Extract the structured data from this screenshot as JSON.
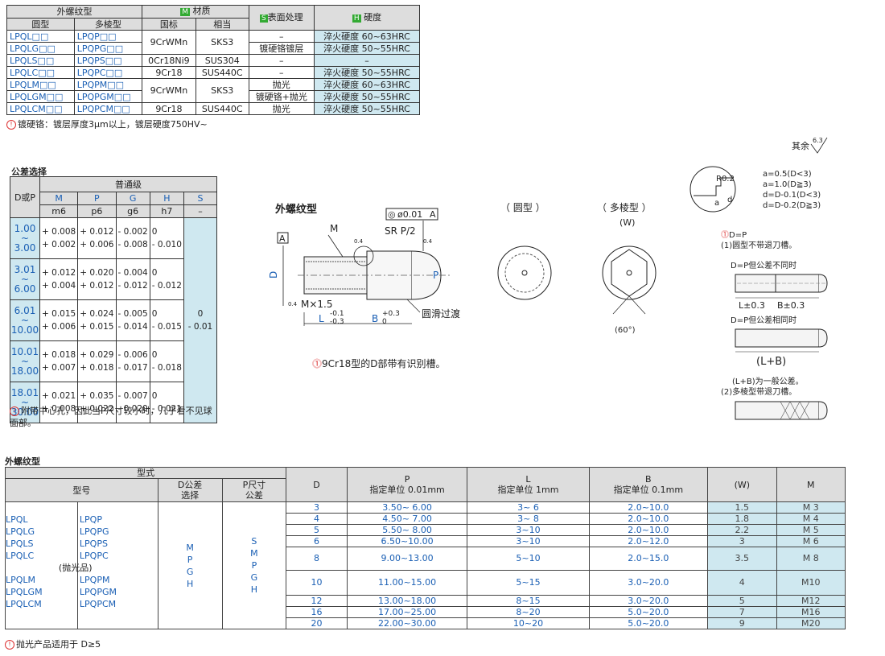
{
  "material_table": {
    "header": {
      "external_thread": "外螺纹型",
      "round": "圆型",
      "polygon": "多棱型",
      "material_badge": "M",
      "material": "材质",
      "national": "国标",
      "equivalent": "相当",
      "surface_badge": "S",
      "surface": "表面处理",
      "hardness_badge": "H",
      "hardness": "硬度"
    },
    "rows": [
      [
        "LPQL□□",
        "LPQP□□"
      ],
      [
        "LPQLG□□",
        "LPQPG□□"
      ],
      [
        "LPQLS□□",
        "LPQPS□□"
      ],
      [
        "LPQLC□□",
        "LPQPC□□"
      ],
      [
        "LPQLM□□",
        "LPQPM□□"
      ],
      [
        "LPQLGM□□",
        "LPQPGM□□"
      ],
      [
        "LPQLCM□□",
        "LPQPCM□□"
      ]
    ],
    "mat_a": "9CrWMn",
    "eq_a": "SKS3",
    "mat_b": "0Cr18Ni9",
    "eq_b": "SUS304",
    "mat_c": "9Cr18",
    "eq_c": "SUS440C",
    "surfaces": [
      "–",
      "镀硬铬镀层",
      "–",
      "–",
      "抛光",
      "镀硬铬+抛光",
      "抛光"
    ],
    "hardness": [
      "淬火硬度 60~63HRC",
      "淬火硬度 50~55HRC",
      "–",
      "淬火硬度 50~55HRC",
      "淬火硬度 60~63HRC",
      "淬火硬度 50~55HRC",
      "淬火硬度 50~55HRC"
    ],
    "note": "镀硬铬：镀层厚度3μm以上，镀层硬度750HV~"
  },
  "tolerance": {
    "title": "公差选择",
    "col_head": "D或P",
    "grade": "普通级",
    "cols": [
      {
        "letter": "M",
        "fit": "m6"
      },
      {
        "letter": "P",
        "fit": "p6"
      },
      {
        "letter": "G",
        "fit": "g6"
      },
      {
        "letter": "H",
        "fit": "h7"
      },
      {
        "letter": "S",
        "fit": "–"
      }
    ],
    "rows": [
      {
        "from": "1.00",
        "tilde": "~",
        "to": "3.00",
        "m": [
          "+ 0.008",
          "+ 0.002"
        ],
        "p": [
          "+ 0.012",
          "+ 0.006"
        ],
        "g": [
          "- 0.002",
          "- 0.008"
        ],
        "h": [
          "0",
          "- 0.010"
        ]
      },
      {
        "from": "3.01",
        "tilde": "~",
        "to": "6.00",
        "m": [
          "+ 0.012",
          "+ 0.004"
        ],
        "p": [
          "+ 0.020",
          "+ 0.012"
        ],
        "g": [
          "- 0.004",
          "- 0.012"
        ],
        "h": [
          "0",
          "- 0.012"
        ]
      },
      {
        "from": "6.01",
        "tilde": "~",
        "to": "10.00",
        "m": [
          "+ 0.015",
          "+ 0.006"
        ],
        "p": [
          "+ 0.024",
          "+ 0.015"
        ],
        "g": [
          "- 0.005",
          "- 0.014"
        ],
        "h": [
          "0",
          "- 0.015"
        ]
      },
      {
        "from": "10.01",
        "tilde": "~",
        "to": "18.00",
        "m": [
          "+ 0.018",
          "+ 0.007"
        ],
        "p": [
          "+ 0.029",
          "+ 0.018"
        ],
        "g": [
          "- 0.006",
          "- 0.017"
        ],
        "h": [
          "0",
          "- 0.018"
        ]
      },
      {
        "from": "18.01",
        "tilde": "~",
        "to": "30.00",
        "m": [
          "+ 0.021",
          "+ 0.008"
        ],
        "p": [
          "+ 0.035",
          "+ 0.022"
        ],
        "g": [
          "- 0.007",
          "- 0.020"
        ],
        "h": [
          "0",
          "- 0.021"
        ]
      }
    ],
    "s_values": [
      "0",
      "- 0.01"
    ],
    "note": "附带中心孔，因此当P尺寸较小时，几乎看不见球面部。"
  },
  "drawing": {
    "title": "外螺纹型",
    "round_label": "（ 圆型 ）",
    "poly_label": "（ 多棱型 ）",
    "datum": "A",
    "m_label": "M",
    "coaxiality_sym": "◎",
    "coaxiality": "ø0.01",
    "coax_datum": "A",
    "sr_label": "SR P/2",
    "rough": "0.4",
    "d_label": "D",
    "p_label": "P",
    "thread_label": "M×1.5",
    "l_label": "L",
    "l_tol_top": "-0.1",
    "l_tol_bot": "-0.3",
    "b_label": "B",
    "b_tol_top": "+0.3",
    "b_tol_bot": "0",
    "fillet": "圆滑过渡",
    "w_label": "(W)",
    "angle": "(60°)",
    "note": "9Cr18型的D部带有识别槽。"
  },
  "right_panel": {
    "others": "其余",
    "others_rough": "6.3",
    "r_label": "R0.2",
    "a_label": "a",
    "d_small": "d",
    "formulas": [
      "a=0.5(D<3)",
      "a=1.0(D≧3)",
      "d=D-0.1(D<3)",
      "d=D-0.2(D≧3)"
    ],
    "dp_note": "D=P",
    "note1": "(1)圆型不带退刀槽。",
    "case1": "D=P但公差不同时",
    "l_tol": "L±0.3",
    "b_tol": "B±0.3",
    "case2": "D=P但公差相同时",
    "lb": "(L+B)",
    "lb_note": "(L+B)为一般公差。",
    "note2": "(2)多棱型带退刀槽。"
  },
  "spec": {
    "title": "外螺纹型",
    "header": {
      "type": "型式",
      "model": "型号",
      "d_tol": "D公差",
      "d_tol2": "选择",
      "p_tol": "P尺寸",
      "p_tol2": "公差",
      "d": "D",
      "p": "P",
      "p_unit": "指定单位 0.01mm",
      "l": "L",
      "l_unit": "指定单位 1mm",
      "b": "B",
      "b_unit": "指定单位 0.1mm",
      "w": "(W)",
      "m": "M"
    },
    "models_left": [
      "LPQL",
      "LPQLG",
      "LPQLS",
      "LPQLC",
      "",
      "LPQLM",
      "LPQLGM",
      "LPQLCM"
    ],
    "models_right": [
      "LPQP",
      "LPQPG",
      "LPQPS",
      "LPQPC",
      "",
      "LPQPM",
      "LPQPGM",
      "LPQPCM"
    ],
    "polished": "(抛光品)",
    "d_choices": [
      "M",
      "P",
      "G",
      "H"
    ],
    "p_choices": [
      "S",
      "M",
      "P",
      "G",
      "H"
    ],
    "rows": [
      {
        "d": "3",
        "p": "3.50~ 6.00",
        "l": "3~ 6",
        "b": "2.0~10.0",
        "w": "1.5",
        "m": "M 3"
      },
      {
        "d": "4",
        "p": "4.50~ 7.00",
        "l": "3~ 8",
        "b": "2.0~10.0",
        "w": "1.8",
        "m": "M 4"
      },
      {
        "d": "5",
        "p": "5.50~ 8.00",
        "l": "3~10",
        "b": "2.0~10.0",
        "w": "2.2",
        "m": "M 5"
      },
      {
        "d": "6",
        "p": "6.50~10.00",
        "l": "3~10",
        "b": "2.0~12.0",
        "w": "3",
        "m": "M 6"
      },
      {
        "d": "8",
        "p": "9.00~13.00",
        "l": "5~10",
        "b": "2.0~15.0",
        "w": "3.5",
        "m": "M 8"
      },
      {
        "d": "10",
        "p": "11.00~15.00",
        "l": "5~15",
        "b": "3.0~20.0",
        "w": "4",
        "m": "M10"
      },
      {
        "d": "12",
        "p": "13.00~18.00",
        "l": "8~15",
        "b": "3.0~20.0",
        "w": "5",
        "m": "M12"
      },
      {
        "d": "16",
        "p": "17.00~25.00",
        "l": "8~20",
        "b": "5.0~20.0",
        "w": "7",
        "m": "M16"
      },
      {
        "d": "20",
        "p": "22.00~30.00",
        "l": "10~20",
        "b": "5.0~20.0",
        "w": "9",
        "m": "M20"
      }
    ],
    "note": "抛光产品适用于 D≥5"
  }
}
